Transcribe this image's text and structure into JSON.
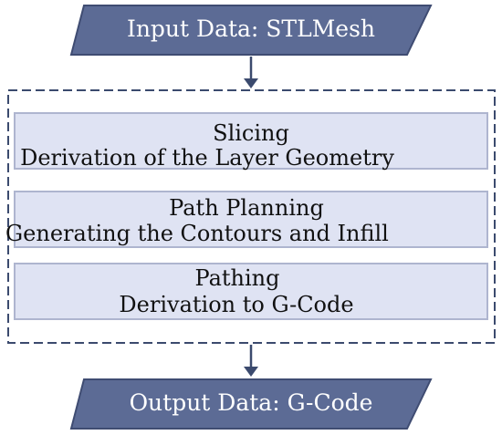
{
  "input": {
    "label": "Input Data: STLMesh"
  },
  "output": {
    "label": "Output Data: G-Code"
  },
  "steps": [
    {
      "title": "Slicing",
      "subtitle": "Derivation of the Layer Geometry"
    },
    {
      "title": "Path Planning",
      "subtitle": "Generating the Contours and Infill"
    },
    {
      "title": "Pathing",
      "subtitle": "Derivation to G-Code"
    }
  ],
  "colors": {
    "io_fill": "#5c6b95",
    "io_stroke": "#3f4c72",
    "step_fill": "#dfe3f3",
    "step_stroke": "#aeb5cf",
    "arrow": "#3b4a6e",
    "frame_dash": "#3b4a6e"
  }
}
